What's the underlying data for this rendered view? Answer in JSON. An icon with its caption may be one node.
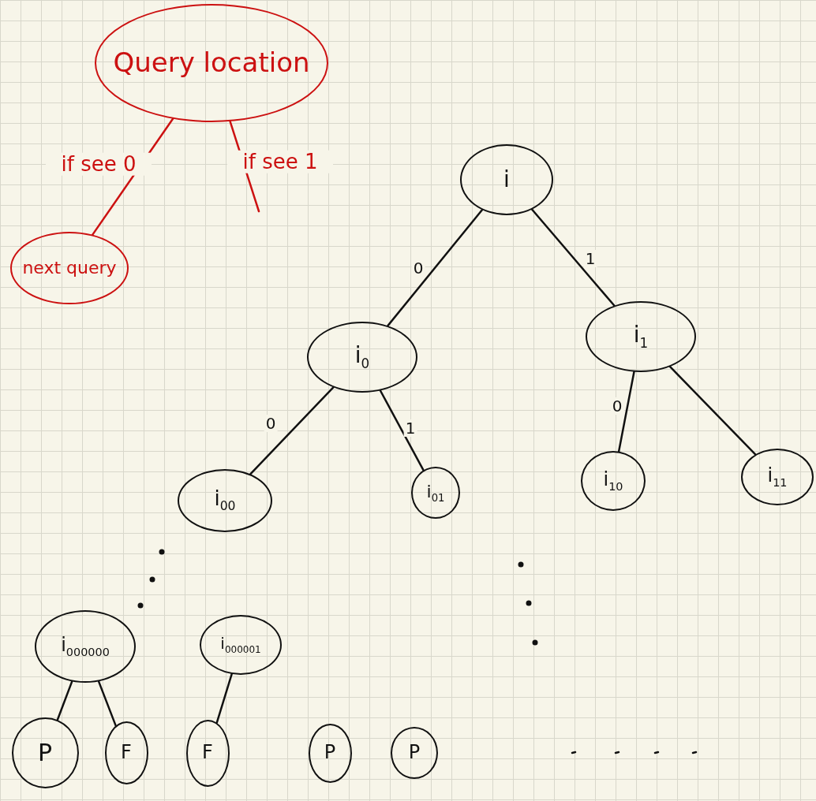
{
  "diagram": {
    "nodes": [
      {
        "text": [
          "Query location"
        ]
      },
      {
        "text": [
          "next query"
        ]
      },
      {
        "text": [
          "i"
        ]
      },
      {
        "text": [
          "i$_{0}$"
        ]
      },
      {
        "text": [
          "i$_{1}$"
        ]
      },
      {
        "text": [
          "i$_{00}$"
        ]
      },
      {
        "text": [
          "i$_{01}$"
        ]
      },
      {
        "text": [
          "i$_{10}$"
        ]
      },
      {
        "text": [
          "i$_{11}$"
        ]
      },
      {
        "text": [
          "i$_{000000}$"
        ]
      },
      {
        "text": [
          "i$_{000001}$"
        ]
      },
      {
        "text": [
          "P"
        ]
      },
      {
        "text": [
          "F"
        ]
      },
      {
        "text": [
          "F"
        ]
      },
      {
        "text": [
          "P"
        ]
      },
      {
        "text": [
          "P"
        ]
      }
    ],
    "edges": [
      {
        "from": 0,
        "to": 1,
        "arrow": "none",
        "label": "if see 0",
        "color": "#cc1111"
      },
      {
        "from": 0,
        "to": null,
        "arrow": "none",
        "label": "if see 1",
        "color": "#cc1111"
      },
      {
        "from": 2,
        "to": 3,
        "arrow": "none",
        "label": "0"
      },
      {
        "from": 2,
        "to": 4,
        "arrow": "none",
        "label": "1"
      },
      {
        "from": 3,
        "to": 5,
        "arrow": "none",
        "label": "0"
      },
      {
        "from": 3,
        "to": 6,
        "arrow": "none",
        "label": "1"
      },
      {
        "from": 4,
        "to": 7,
        "arrow": "none",
        "label": "0"
      },
      {
        "from": 4,
        "to": 8,
        "arrow": "none"
      },
      {
        "from": 9,
        "to": 11,
        "arrow": "none"
      },
      {
        "from": 9,
        "to": 12,
        "arrow": "none"
      },
      {
        "from": 10,
        "to": 13,
        "arrow": "none"
      }
    ]
  }
}
